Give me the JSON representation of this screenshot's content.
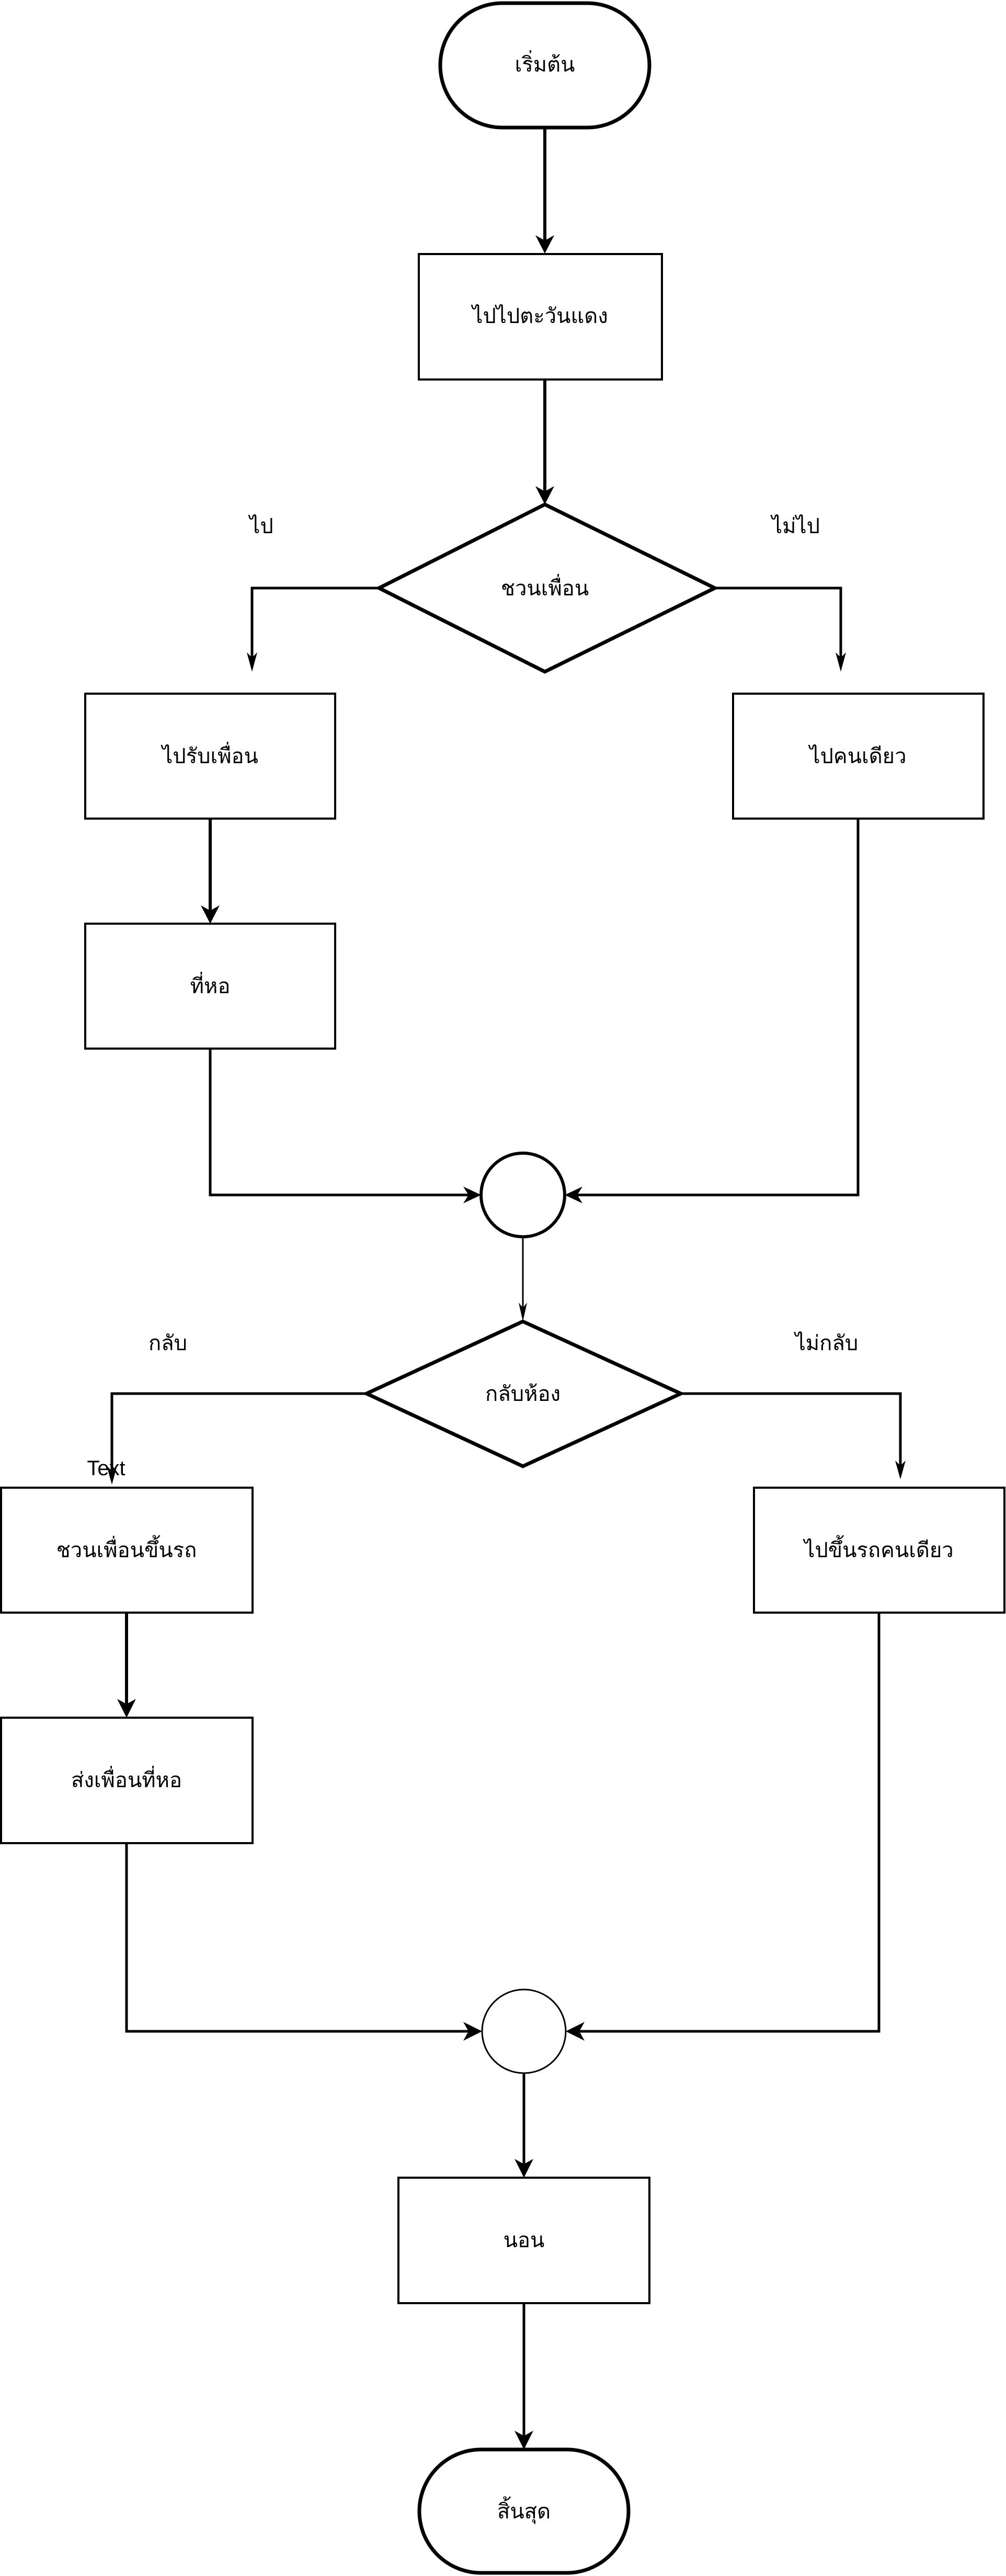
{
  "diagram": {
    "type": "flowchart",
    "colors": {
      "stroke": "#000000",
      "fill": "#ffffff",
      "background": "#ffffff"
    },
    "nodes": {
      "start": {
        "kind": "terminator",
        "label": "เริ่มต้น"
      },
      "go_sunset": {
        "kind": "process",
        "label": "ไปไปตะวันแดง"
      },
      "invite_friend": {
        "kind": "decision",
        "label": "ชวนเพื่อน"
      },
      "pick_up_friend": {
        "kind": "process",
        "label": "ไปรับเพื่อน"
      },
      "at_dorm": {
        "kind": "process",
        "label": "ที่หอ"
      },
      "go_alone": {
        "kind": "process",
        "label": "ไปคนเดียว"
      },
      "merge_1": {
        "kind": "connector",
        "label": ""
      },
      "go_back_room": {
        "kind": "decision",
        "label": "กลับห้อง"
      },
      "invite_friend_car": {
        "kind": "process",
        "label": "ชวนเพื่อนขึ้นรถ"
      },
      "drop_friend_dorm": {
        "kind": "process",
        "label": "ส่งเพื่อนที่หอ"
      },
      "ride_alone": {
        "kind": "process",
        "label": "ไปขึ้นรถคนเดียว"
      },
      "merge_2": {
        "kind": "connector",
        "label": ""
      },
      "sleep": {
        "kind": "process",
        "label": "นอน"
      },
      "end": {
        "kind": "terminator",
        "label": "สิ้นสุด"
      }
    },
    "edge_labels": {
      "invite_yes": "ไป",
      "invite_no": "ไม่ไป",
      "back_yes": "กลับ",
      "back_no": "ไม่กลับ"
    },
    "stray_text": "Text",
    "edges": [
      {
        "from": "start",
        "to": "go_sunset",
        "label": ""
      },
      {
        "from": "go_sunset",
        "to": "invite_friend",
        "label": ""
      },
      {
        "from": "invite_friend",
        "to": "pick_up_friend",
        "label": "ไป"
      },
      {
        "from": "invite_friend",
        "to": "go_alone",
        "label": "ไม่ไป"
      },
      {
        "from": "pick_up_friend",
        "to": "at_dorm",
        "label": ""
      },
      {
        "from": "at_dorm",
        "to": "merge_1",
        "label": ""
      },
      {
        "from": "go_alone",
        "to": "merge_1",
        "label": ""
      },
      {
        "from": "merge_1",
        "to": "go_back_room",
        "label": ""
      },
      {
        "from": "go_back_room",
        "to": "invite_friend_car",
        "label": "กลับ"
      },
      {
        "from": "go_back_room",
        "to": "ride_alone",
        "label": "ไม่กลับ"
      },
      {
        "from": "invite_friend_car",
        "to": "drop_friend_dorm",
        "label": ""
      },
      {
        "from": "drop_friend_dorm",
        "to": "merge_2",
        "label": ""
      },
      {
        "from": "ride_alone",
        "to": "merge_2",
        "label": ""
      },
      {
        "from": "merge_2",
        "to": "sleep",
        "label": ""
      },
      {
        "from": "sleep",
        "to": "end",
        "label": ""
      }
    ]
  }
}
